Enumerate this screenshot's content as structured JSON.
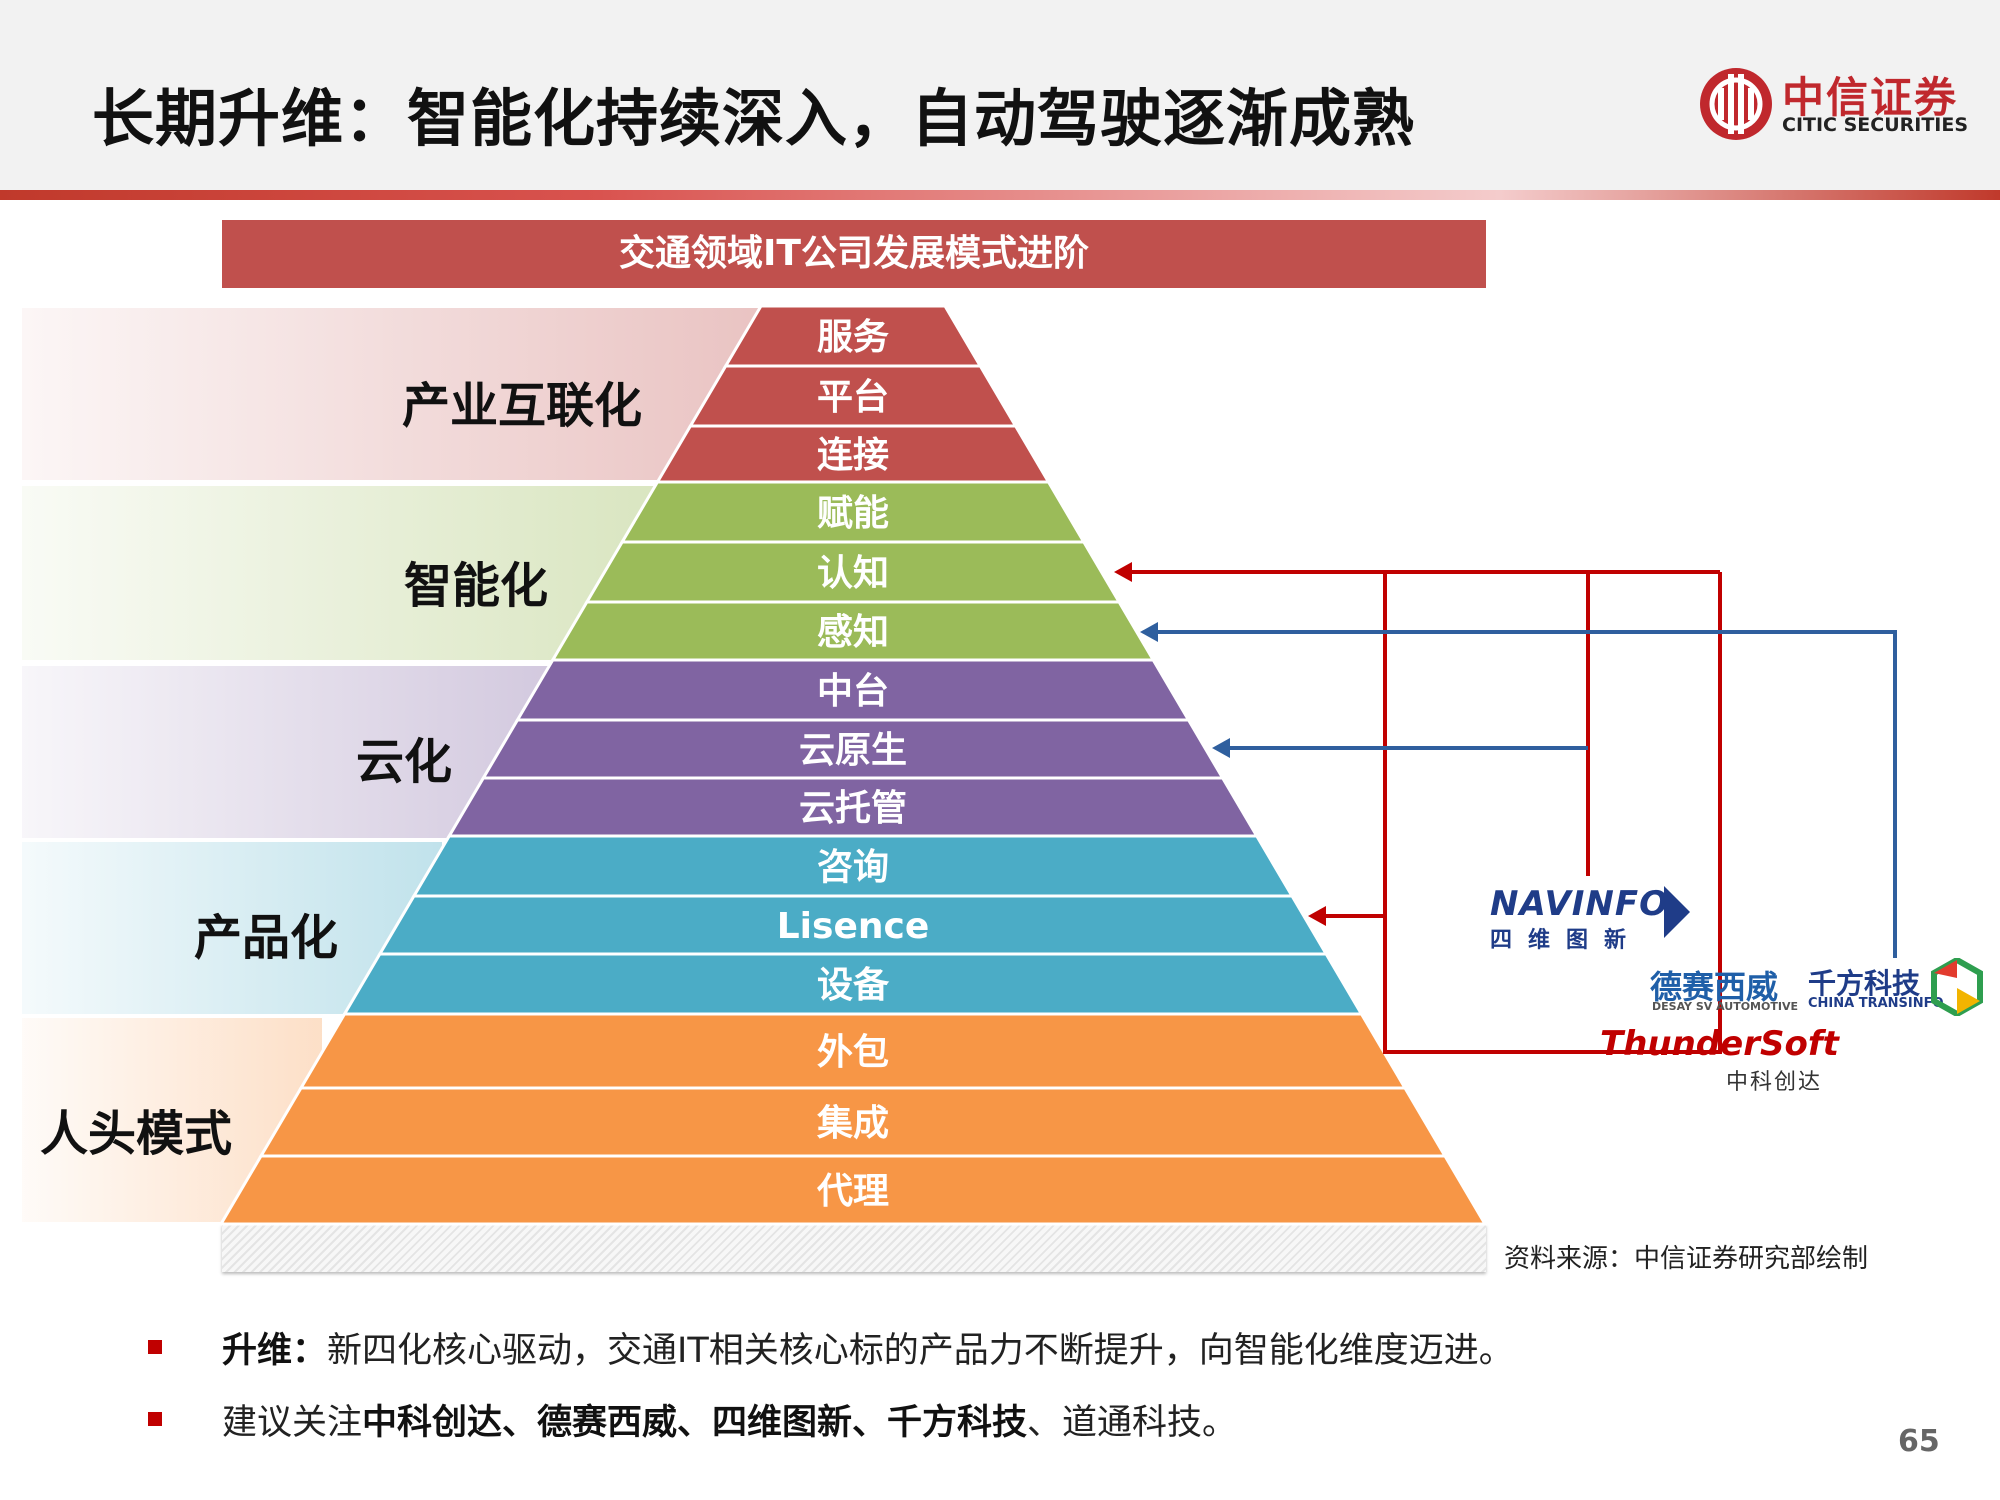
{
  "header": {
    "title": "长期升维：智能化持续深入，自动驾驶逐渐成熟",
    "logo_cn": "中信证券",
    "logo_en": "CITIC SECURITIES"
  },
  "diagram": {
    "title": "交通领域IT公司发展模式进阶",
    "bands": [
      {
        "label": "产业互联化",
        "color": "#c0504d"
      },
      {
        "label": "智能化",
        "color": "#9bbb59"
      },
      {
        "label": "云化",
        "color": "#8064a2"
      },
      {
        "label": "产品化",
        "color": "#4bacc6"
      },
      {
        "label": "人头模式",
        "color": "#f79646"
      }
    ],
    "layers": [
      "服务",
      "平台",
      "连接",
      "赋能",
      "认知",
      "感知",
      "中台",
      "云原生",
      "云托管",
      "咨询",
      "Lisence",
      "设备",
      "外包",
      "集成",
      "代理"
    ],
    "companies": {
      "navinfo_en": "NAVINFO",
      "navinfo_cn": "四维图新",
      "desay_cn": "德赛西威",
      "desay_en": "DESAY SV AUTOMOTIVE",
      "qianfang_cn": "千方科技",
      "qianfang_en": "CHINA TRANSINFO",
      "thundersoft_en": "ThunderSoft",
      "thundersoft_cn": "中科创达"
    },
    "arrow_colors": {
      "red": "#c00000",
      "blue": "#2f5f9e"
    },
    "source": "资料来源：中信证券研究部绘制"
  },
  "bullets": [
    {
      "bold": "升维：",
      "text": "新四化核心驱动，交通IT相关核心标的产品力不断提升，向智能化维度迈进。"
    },
    {
      "pre": "建议关注",
      "bold": "中科创达、德赛西威、四维图新、千方科技",
      "post": "、道通科技。"
    }
  ],
  "page_number": "65"
}
